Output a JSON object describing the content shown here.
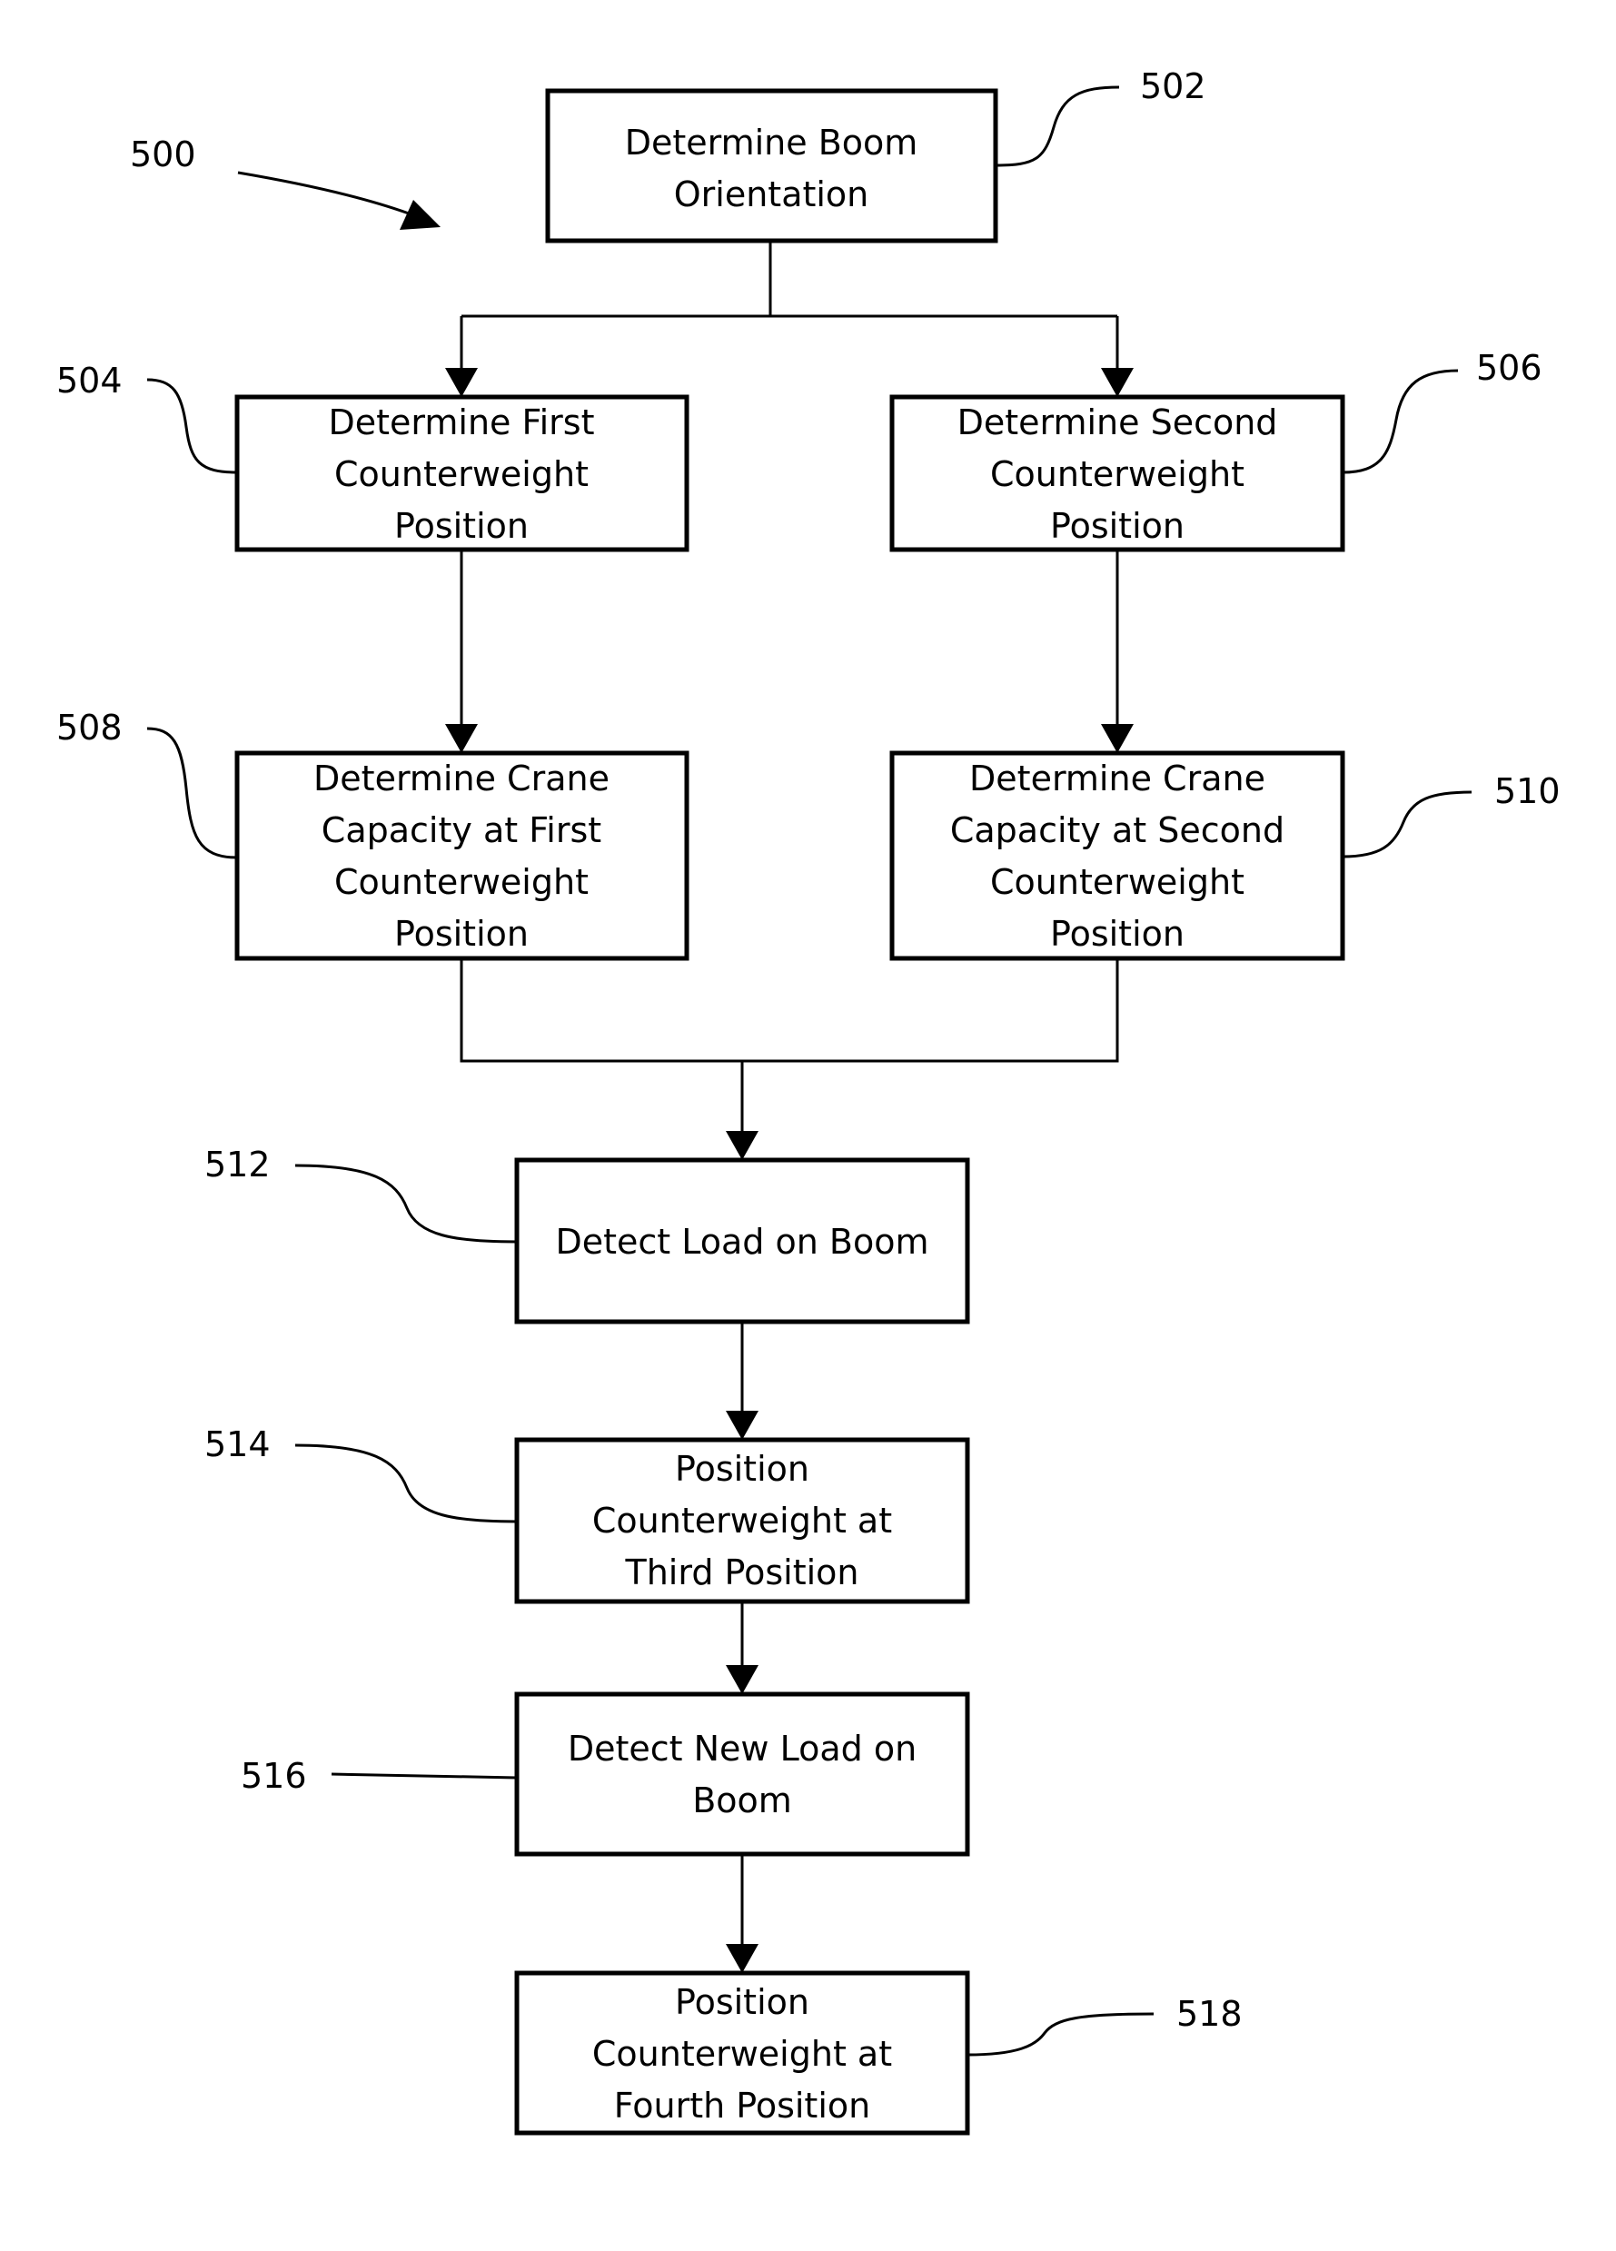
{
  "figure_ref": "500",
  "steps": {
    "s502": {
      "ref": "502",
      "lines": [
        "Determine Boom",
        "Orientation"
      ]
    },
    "s504": {
      "ref": "504",
      "lines": [
        "Determine First",
        "Counterweight",
        "Position"
      ]
    },
    "s506": {
      "ref": "506",
      "lines": [
        "Determine Second",
        "Counterweight",
        "Position"
      ]
    },
    "s508": {
      "ref": "508",
      "lines": [
        "Determine  Crane",
        "Capacity at First",
        "Counterweight",
        "Position"
      ]
    },
    "s510": {
      "ref": "510",
      "lines": [
        "Determine  Crane",
        "Capacity at Second",
        "Counterweight",
        "Position"
      ]
    },
    "s512": {
      "ref": "512",
      "lines": [
        "Detect Load on Boom"
      ]
    },
    "s514": {
      "ref": "514",
      "lines": [
        "Position",
        "Counterweight at",
        "Third Position"
      ]
    },
    "s516": {
      "ref": "516",
      "lines": [
        "Detect New Load on",
        "Boom"
      ]
    },
    "s518": {
      "ref": "518",
      "lines": [
        "Position",
        "Counterweight at",
        "Fourth Position"
      ]
    }
  }
}
